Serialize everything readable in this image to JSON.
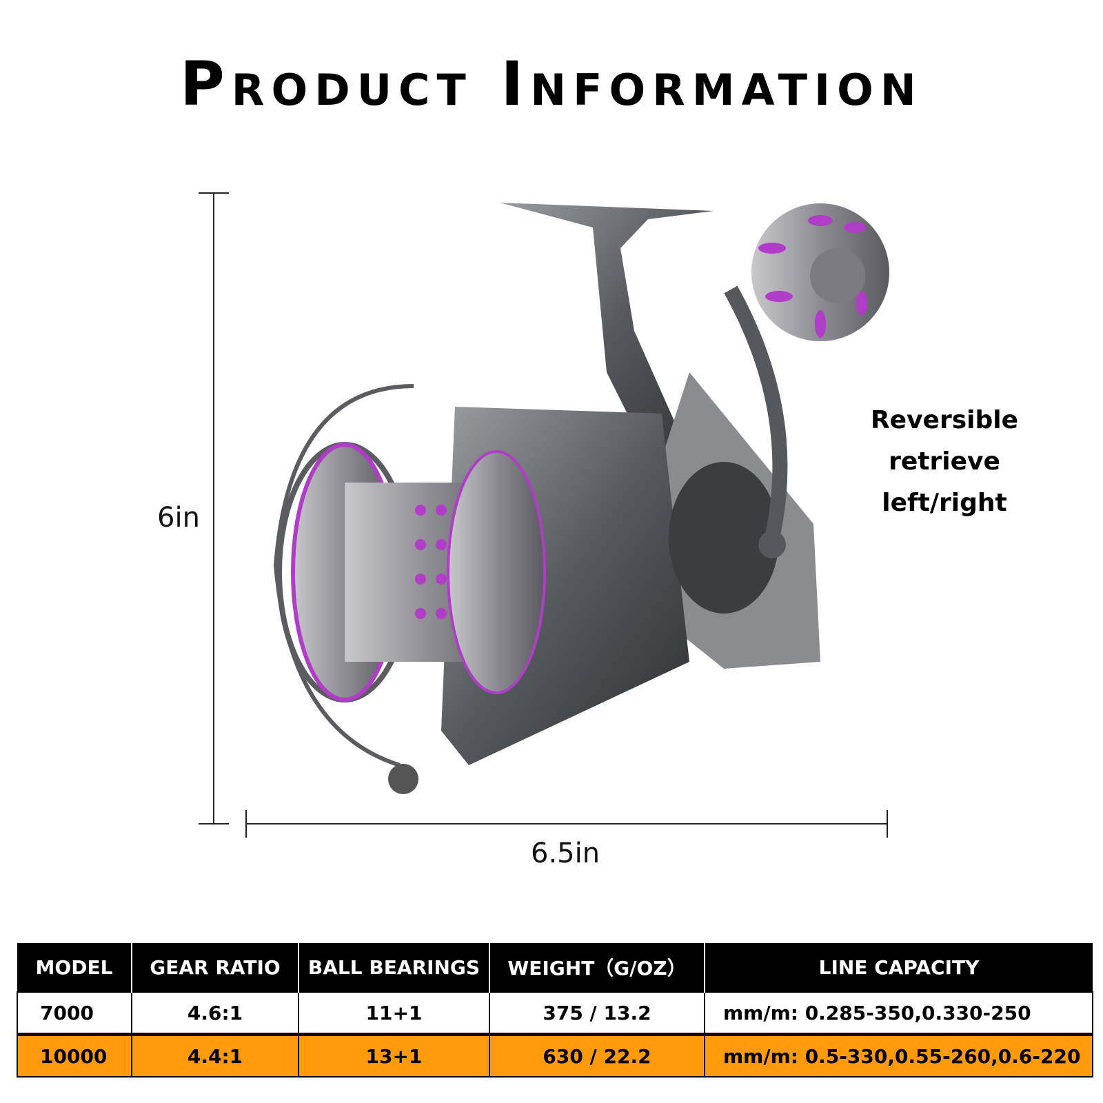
{
  "title": "Product Information",
  "dimensions": {
    "height": "6in",
    "width": "6.5in"
  },
  "note": {
    "line1": "Reversible retrieve",
    "line2": "left/right"
  },
  "colors": {
    "accent": "#ff9a0a",
    "reel_accent": "#b03cc8"
  },
  "table": {
    "headers": [
      "MODEL",
      "GEAR RATIO",
      "BALL BEARINGS",
      "WEIGHT（G/OZ）",
      "LINE CAPACITY"
    ],
    "rows": [
      [
        "7000",
        "4.6:1",
        "11+1",
        "375 / 13.2",
        "mm/m: 0.285-350,0.330-250"
      ],
      [
        "10000",
        "4.4:1",
        "13+1",
        "630 / 22.2",
        "mm/m: 0.5-330,0.55-260,0.6-220"
      ]
    ]
  }
}
